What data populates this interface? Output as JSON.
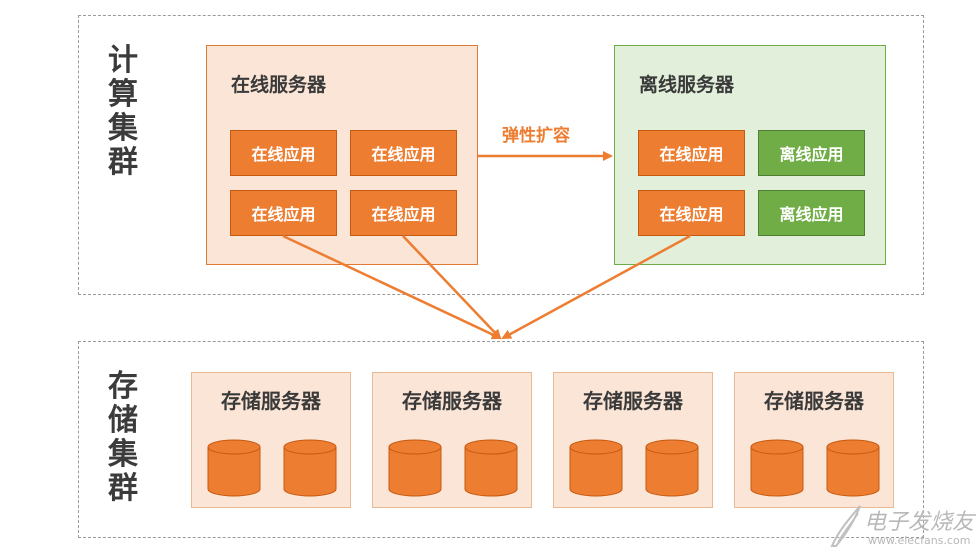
{
  "compute_cluster": {
    "label": [
      "计",
      "算",
      "集",
      "群"
    ]
  },
  "storage_cluster": {
    "label": [
      "存",
      "储",
      "集",
      "群"
    ]
  },
  "online_server": {
    "title": "在线服务器",
    "apps": [
      "在线应用",
      "在线应用",
      "在线应用",
      "在线应用"
    ]
  },
  "offline_server": {
    "title": "离线服务器",
    "apps": [
      "在线应用",
      "离线应用",
      "在线应用",
      "离线应用"
    ]
  },
  "elastic_label": "弹性扩容",
  "storage_servers": [
    {
      "title": "存储服务器"
    },
    {
      "title": "存储服务器"
    },
    {
      "title": "存储服务器"
    },
    {
      "title": "存储服务器"
    }
  ],
  "watermark": {
    "text": "电子发烧友",
    "url": "www.elecfans.com"
  },
  "colors": {
    "orange": "#ed7d31",
    "green": "#70ad47",
    "light_orange": "#fbe5d6",
    "light_green": "#e2efda"
  }
}
